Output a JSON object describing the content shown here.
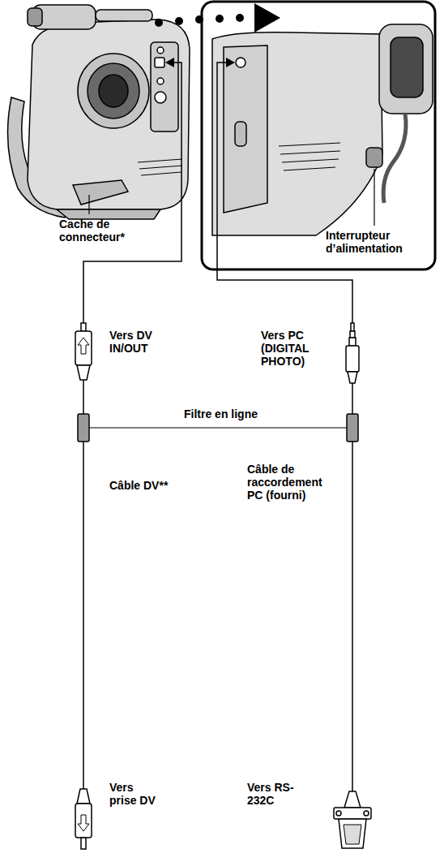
{
  "diagram": {
    "labels": [
      "Cache de connecteur*",
      "Interrupteur d’alimentation",
      "Vers DV IN/OUT",
      "Vers PC (DIGITAL PHOTO)",
      "Filtre en ligne",
      "Câble DV**",
      "Câble de raccordement PC (fourni)",
      "Vers prise DV",
      "Vers RS-232C"
    ]
  }
}
